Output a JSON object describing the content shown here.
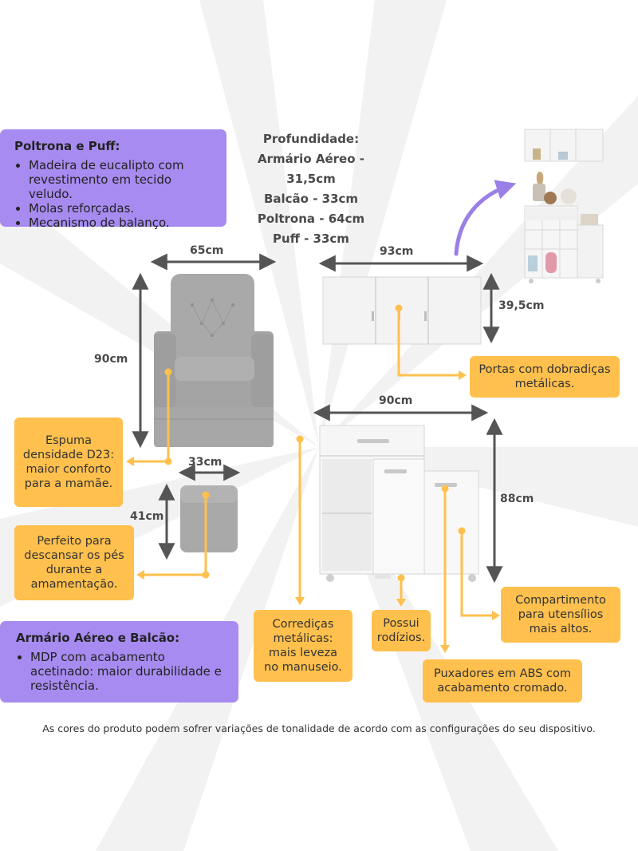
{
  "poltrona_box": {
    "title": "Poltrona e Puff:",
    "items": [
      "Madeira de eucalipto com revestimento em tecido veludo.",
      "Molas reforçadas.",
      "Mecanismo de balanço."
    ]
  },
  "depth": {
    "title": "Profundidade:",
    "lines": [
      "Armário Aéreo - 31,5cm",
      "Balcão - 33cm",
      "Poltrona - 64cm",
      "Puff - 33cm"
    ]
  },
  "dimensions": {
    "armchair_width": "65cm",
    "armchair_height": "90cm",
    "puff_width": "33cm",
    "puff_height": "41cm",
    "wall_cabinet_width": "93cm",
    "wall_cabinet_height": "39,5cm",
    "counter_width": "90cm",
    "counter_height": "88cm"
  },
  "callouts": {
    "espuma": "Espuma densidade D23: maior conforto para a mamãe.",
    "perfeito": "Perfeito para descansar os pés durante a amamentação.",
    "portas": "Portas com dobradiças metálicas.",
    "compartimento": "Compartimento para utensílios mais altos.",
    "corredicas": "Corrediças metálicas: mais leveza no manuseio.",
    "rodizios": "Possui rodízios.",
    "puxadores": "Puxadores em ABS com acabamento cromado."
  },
  "armario_box": {
    "title": "Armário Aéreo e Balcão:",
    "items": [
      "MDP com acabamento acetinado: maior durabilidade e resistência."
    ]
  },
  "footer": "As cores do produto podem sofrer variações de tonalidade de acordo com as configurações do seu dispositivo.",
  "colors": {
    "purple_box": "#a78bf0",
    "yellow_box": "#ffc04d",
    "arrow_purple": "#9a7fe6",
    "connector": "#ffc04d",
    "dimension_line": "#555555",
    "chair_gray": "#a9a9a9",
    "cabinet_white": "#f3f3f3"
  },
  "icons": [
    "armchair-illustration",
    "puff-illustration",
    "wall-cabinet-illustration",
    "counter-illustration",
    "room-thumbnail-illustration",
    "curved-arrow-icon"
  ]
}
